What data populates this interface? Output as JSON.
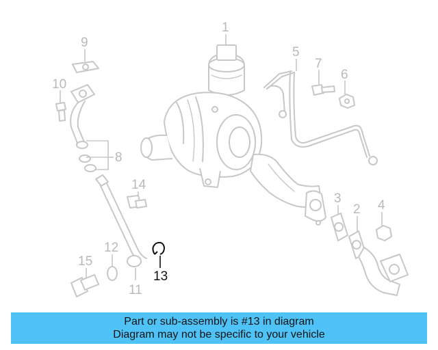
{
  "callouts": {
    "c1": "1",
    "c2": "2",
    "c3": "3",
    "c4": "4",
    "c5": "5",
    "c6": "6",
    "c7": "7",
    "c8": "8",
    "c9": "9",
    "c10": "10",
    "c11": "11",
    "c12": "12",
    "c13": "13",
    "c14": "14",
    "c15": "15"
  },
  "highlighted_part": "13",
  "banner": {
    "line1": "Part or sub-assembly is #13 in diagram",
    "line2": "Diagram may not be specific to your vehicle",
    "color": "#4fc3f7"
  }
}
